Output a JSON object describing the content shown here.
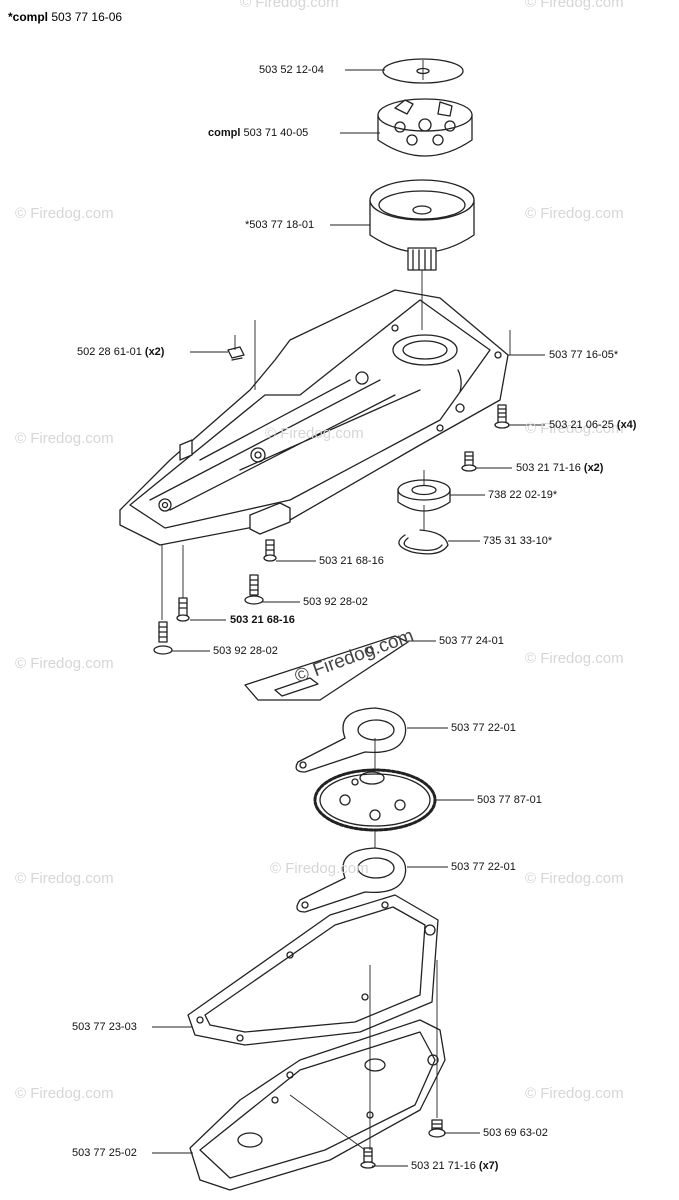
{
  "assembly": {
    "prefix": "*compl",
    "number": "503 77 16-06"
  },
  "parts": [
    {
      "id": "p1",
      "number": "503 52 12-04",
      "prefix": "",
      "suffix": ""
    },
    {
      "id": "p2",
      "number": "503 71 40-05",
      "prefix": "compl",
      "suffix": ""
    },
    {
      "id": "p3",
      "number": "*503 77 18-01",
      "prefix": "",
      "suffix": ""
    },
    {
      "id": "p4",
      "number": "502 28 61-01",
      "prefix": "",
      "suffix": "(x2)"
    },
    {
      "id": "p5",
      "number": "503 77 16-05*",
      "prefix": "",
      "suffix": ""
    },
    {
      "id": "p6",
      "number": "503 21 06-25",
      "prefix": "",
      "suffix": "(x4)"
    },
    {
      "id": "p7",
      "number": "503 21 71-16",
      "prefix": "",
      "suffix": "(x2)"
    },
    {
      "id": "p8",
      "number": "738 22 02-19*",
      "prefix": "",
      "suffix": ""
    },
    {
      "id": "p9",
      "number": "735 31 33-10*",
      "prefix": "",
      "suffix": ""
    },
    {
      "id": "p10",
      "number": "503 21 68-16",
      "prefix": "",
      "suffix": ""
    },
    {
      "id": "p11",
      "number": "503 92 28-02",
      "prefix": "",
      "suffix": ""
    },
    {
      "id": "p12",
      "number": "503 21 68-16",
      "prefix": "",
      "suffix": "",
      "bold": true
    },
    {
      "id": "p13",
      "number": "503 92 28-02",
      "prefix": "",
      "suffix": ""
    },
    {
      "id": "p14",
      "number": "503 77 24-01",
      "prefix": "",
      "suffix": ""
    },
    {
      "id": "p15",
      "number": "503 77 22-01",
      "prefix": "",
      "suffix": ""
    },
    {
      "id": "p16",
      "number": "503 77 87-01",
      "prefix": "",
      "suffix": ""
    },
    {
      "id": "p17",
      "number": "503 77 22-01",
      "prefix": "",
      "suffix": ""
    },
    {
      "id": "p18",
      "number": "503 77 23-03",
      "prefix": "",
      "suffix": ""
    },
    {
      "id": "p19",
      "number": "503 69 63-02",
      "prefix": "",
      "suffix": ""
    },
    {
      "id": "p20",
      "number": "503 77 25-02",
      "prefix": "",
      "suffix": ""
    },
    {
      "id": "p21",
      "number": "503 21 71-16",
      "prefix": "",
      "suffix": "(x7)"
    }
  ],
  "watermark": {
    "text": "© Firedog.com",
    "overlay": "© Firedog.com"
  }
}
